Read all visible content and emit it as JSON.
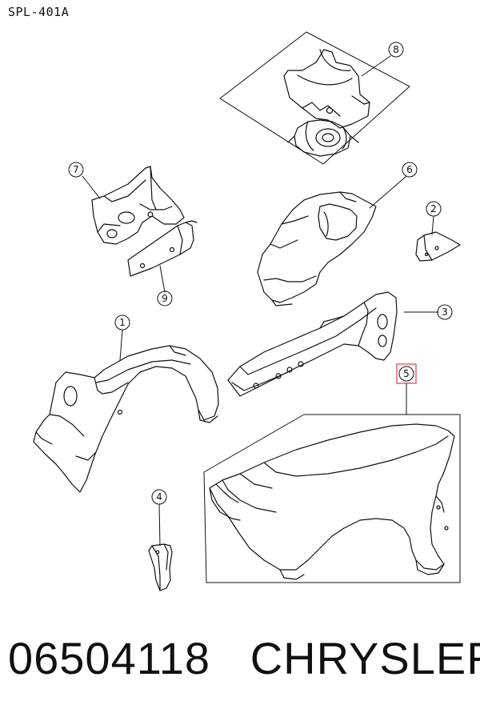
{
  "diagram": {
    "sheet_code": "SPL-401A",
    "highlight_color": "#e05a6a",
    "callouts": [
      {
        "id": "c1",
        "label": "1",
        "part": "inner-fender-liner"
      },
      {
        "id": "c2",
        "label": "2",
        "part": "small-bracket"
      },
      {
        "id": "c3",
        "label": "3",
        "part": "fender-rail"
      },
      {
        "id": "c4",
        "label": "4",
        "part": "lower-bracket"
      },
      {
        "id": "c5",
        "label": "5",
        "part": "front-fender",
        "highlighted": true
      },
      {
        "id": "c6",
        "label": "6",
        "part": "wheelhouse-panel"
      },
      {
        "id": "c7",
        "label": "7",
        "part": "shock-tower-reinforcement"
      },
      {
        "id": "c8",
        "label": "8",
        "part": "shock-tower-assembly"
      },
      {
        "id": "c9",
        "label": "9",
        "part": "mounting-plate"
      }
    ]
  },
  "caption": {
    "part_number": "06504118",
    "brand": "CHRYSLER"
  }
}
